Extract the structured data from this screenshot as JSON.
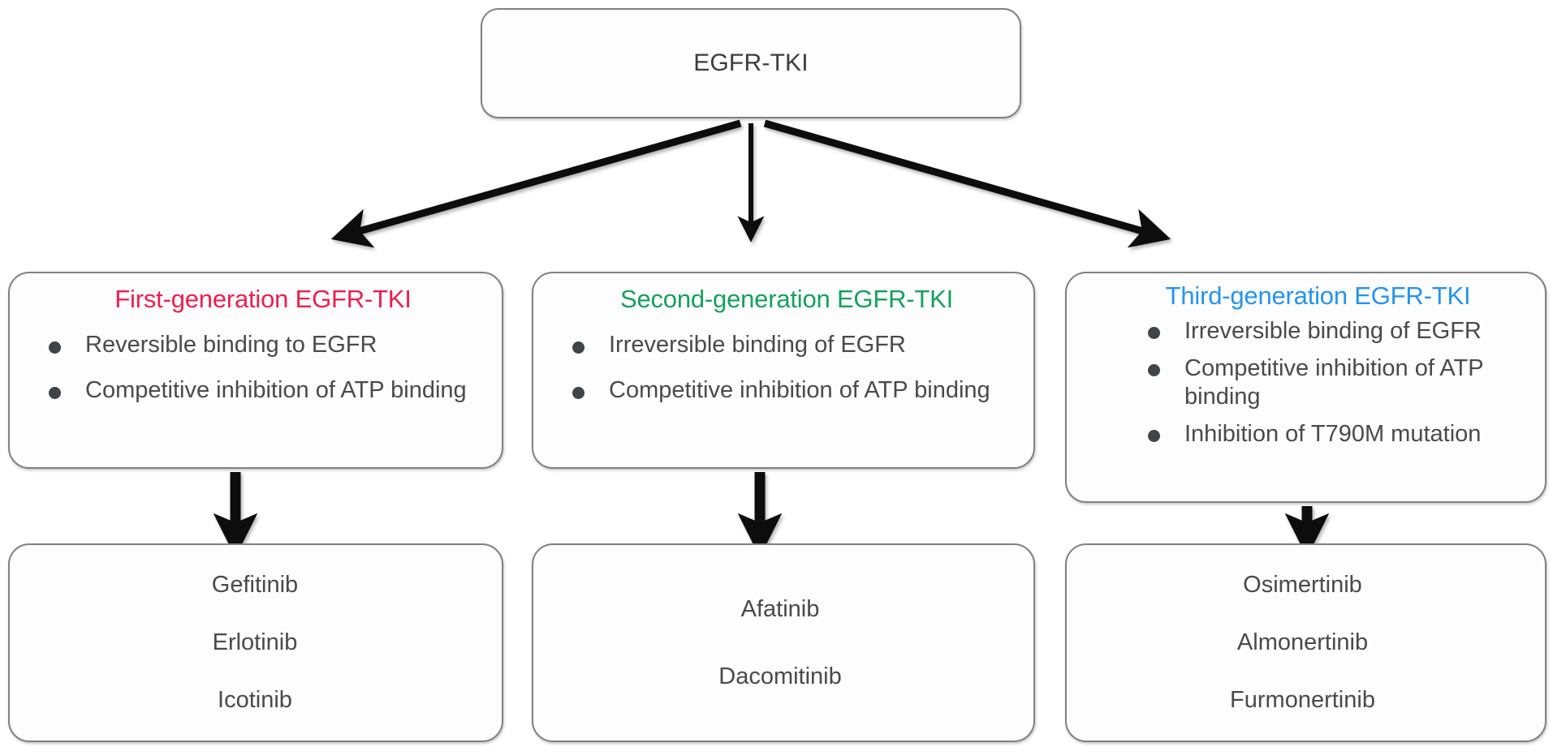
{
  "diagram": {
    "title": "EGFR-TKI classification flowchart",
    "root": {
      "label": "EGFR-TKI"
    },
    "colors": {
      "first_generation": "#ED1E4F",
      "second_generation": "#16A05E",
      "third_generation": "#2594EE",
      "body_text": "#4a4a4a",
      "box_border": "#808080",
      "bullet": "#3f4448",
      "arrow": "#0b0b0b",
      "background": "#ffffff"
    },
    "generations": [
      {
        "title": "First-generation EGFR-TKI",
        "bullets": [
          "Reversible binding to EGFR",
          "Competitive inhibition of ATP binding"
        ]
      },
      {
        "title": "Second-generation EGFR-TKI",
        "bullets": [
          "Irreversible binding of EGFR",
          "Competitive inhibition of ATP binding"
        ]
      },
      {
        "title": "Third-generation EGFR-TKI",
        "bullets": [
          "Irreversible binding of EGFR",
          "Competitive inhibition of ATP binding",
          "Inhibition of T790M mutation"
        ]
      }
    ],
    "drugs": [
      {
        "items": [
          "Gefitinib",
          "Erlotinib",
          "Icotinib"
        ]
      },
      {
        "items": [
          "Afatinib",
          "Dacomitinib"
        ]
      },
      {
        "items": [
          "Osimertinib",
          "Almonertinib",
          "Furmonertinib"
        ]
      }
    ],
    "arrows": [
      {
        "name": "root-to-first-generation",
        "from": "EGFR-TKI",
        "to": "First-generation EGFR-TKI"
      },
      {
        "name": "root-to-second-generation",
        "from": "EGFR-TKI",
        "to": "Second-generation EGFR-TKI"
      },
      {
        "name": "root-to-third-generation",
        "from": "EGFR-TKI",
        "to": "Third-generation EGFR-TKI"
      },
      {
        "name": "first-generation-to-drugs",
        "from": "First-generation EGFR-TKI",
        "to": "Gefitinib / Erlotinib / Icotinib"
      },
      {
        "name": "second-generation-to-drugs",
        "from": "Second-generation EGFR-TKI",
        "to": "Afatinib / Dacomitinib"
      },
      {
        "name": "third-generation-to-drugs",
        "from": "Third-generation EGFR-TKI",
        "to": "Osimertinib / Almonertinib / Furmonertinib"
      }
    ]
  }
}
